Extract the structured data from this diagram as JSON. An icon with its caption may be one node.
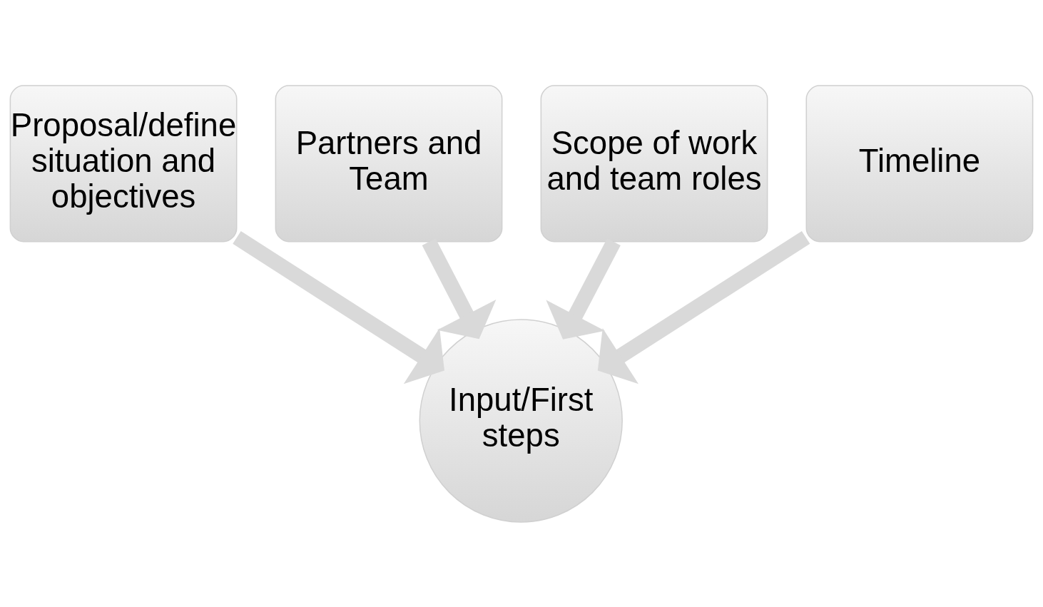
{
  "diagram": {
    "nodes": [
      {
        "text": [
          "Partners and Team"
        ]
      },
      {
        "text": [
          "Scope of work and team roles"
        ]
      },
      {
        "text": [
          "Proposal/define situation and objectives"
        ]
      },
      {
        "text": [
          "Timeline"
        ]
      },
      {
        "text": [
          "Input/First steps"
        ]
      }
    ],
    "edges": [
      {
        "from": 0,
        "to": 4,
        "arrow": "to"
      },
      {
        "from": 1,
        "to": 4,
        "arrow": "to"
      },
      {
        "from": 2,
        "to": 4,
        "arrow": "to"
      },
      {
        "from": 3,
        "to": 4,
        "arrow": "to"
      }
    ]
  }
}
